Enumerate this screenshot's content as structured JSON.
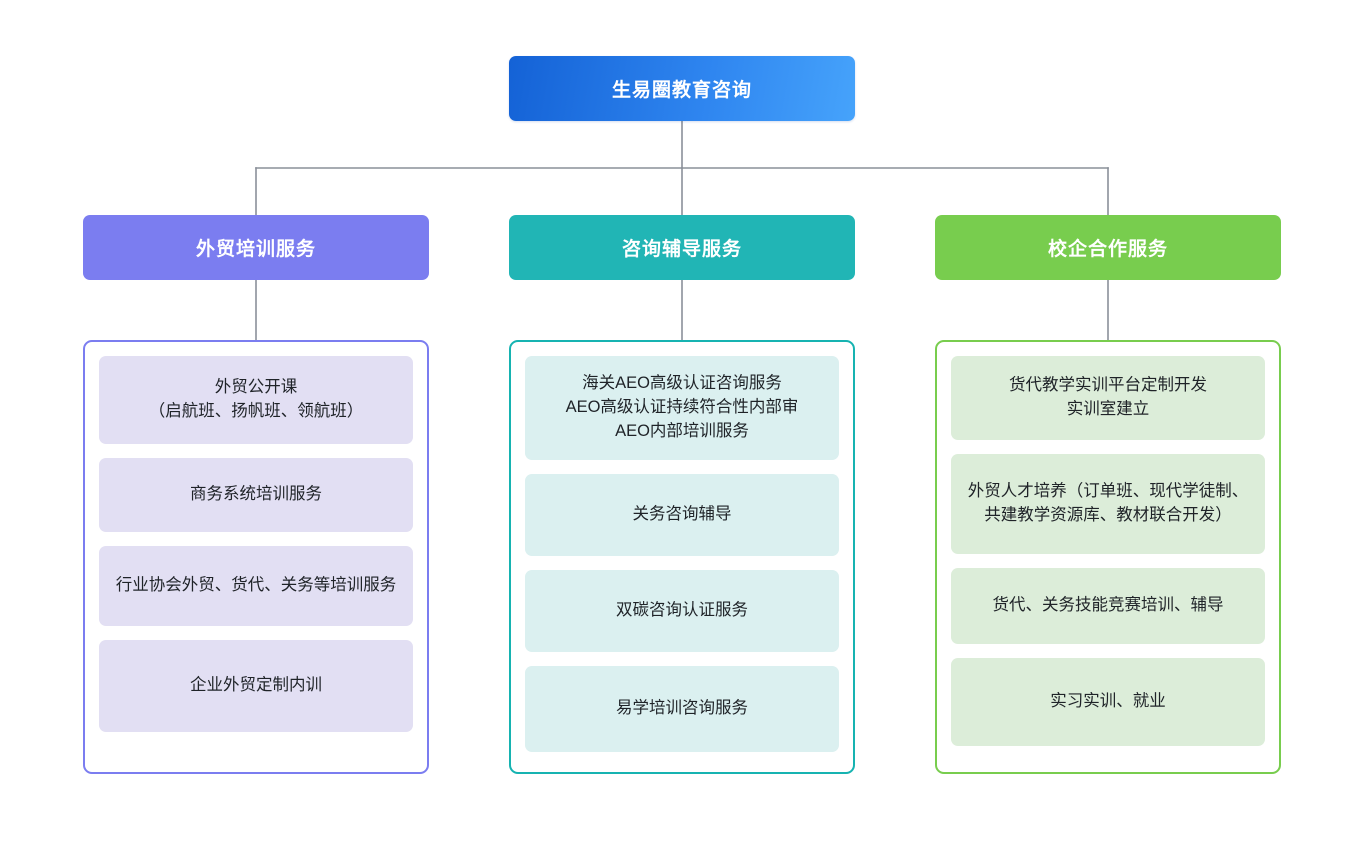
{
  "diagram": {
    "type": "organizational-tree",
    "root": {
      "label": "生易圈教育咨询",
      "color": "#2f86f0"
    },
    "connector_color": "#8a9099",
    "branches": [
      {
        "label": "外贸培训服务",
        "header_color": "#7b7df0",
        "card_color": "#e2dff3",
        "border_color": "#7b7df0",
        "items": [
          {
            "label": "外贸公开课\n（启航班、扬帆班、领航班）"
          },
          {
            "label": "商务系统培训服务"
          },
          {
            "label": "行业协会外贸、货代、关务等培训服务"
          },
          {
            "label": "企业外贸定制内训"
          }
        ]
      },
      {
        "label": "咨询辅导服务",
        "header_color": "#21b5b5",
        "card_color": "#dbf0f0",
        "border_color": "#16b3b1",
        "items": [
          {
            "label": "海关AEO高级认证咨询服务\nAEO高级认证持续符合性内部审\nAEO内部培训服务"
          },
          {
            "label": "关务咨询辅导"
          },
          {
            "label": "双碳咨询认证服务"
          },
          {
            "label": "易学培训咨询服务"
          }
        ]
      },
      {
        "label": "校企合作服务",
        "header_color": "#78cd4e",
        "card_color": "#dcedd9",
        "border_color": "#78cd4e",
        "items": [
          {
            "label": "货代教学实训平台定制开发\n实训室建立"
          },
          {
            "label": "外贸人才培养（订单班、现代学徒制、共建教学资源库、教材联合开发）"
          },
          {
            "label": "货代、关务技能竞赛培训、辅导"
          },
          {
            "label": "实习实训、就业"
          }
        ]
      }
    ]
  }
}
